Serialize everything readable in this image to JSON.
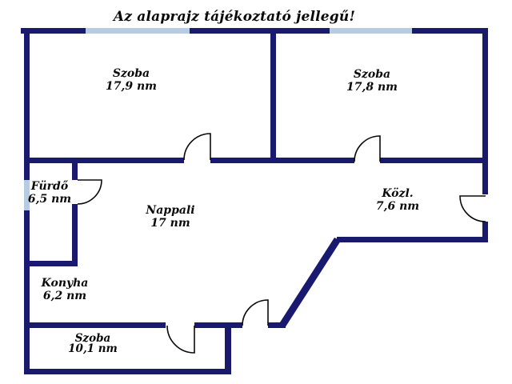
{
  "title": "Az alaprajz tájékoztató jellegű!",
  "colors": {
    "wall": "#191970",
    "window": "#b7cbe3",
    "text": "#0a0a0a",
    "background": "#ffffff"
  },
  "rooms": [
    {
      "id": "szoba-topleft",
      "name": "Szoba",
      "area": "17,9 nm"
    },
    {
      "id": "szoba-topright",
      "name": "Szoba",
      "area": "17,8 nm"
    },
    {
      "id": "furdo",
      "name": "Fürdő",
      "area": "6,5 nm"
    },
    {
      "id": "nappali",
      "name": "Nappali",
      "area": "17 nm"
    },
    {
      "id": "kozl",
      "name": "Közl.",
      "area": "7,6 nm"
    },
    {
      "id": "konyha",
      "name": "Konyha",
      "area": "6,2 nm"
    },
    {
      "id": "szoba-bottom",
      "name": "Szoba",
      "area": "10,1 nm"
    }
  ]
}
